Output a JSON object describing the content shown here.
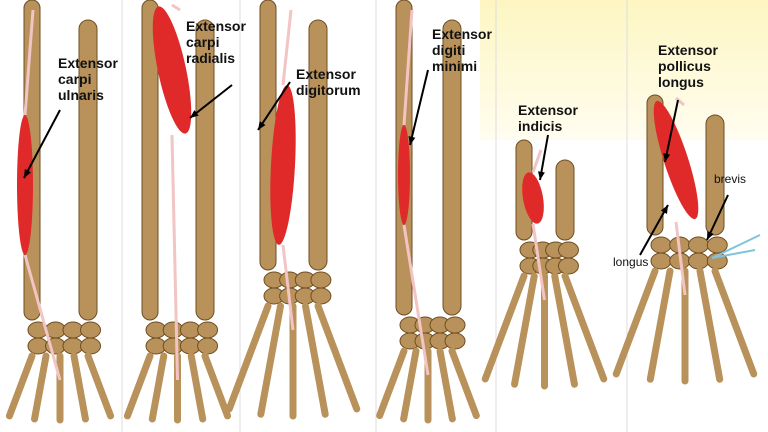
{
  "title": "Forearm extensor muscles",
  "labels": {
    "ecu": [
      "Extensor",
      "carpi",
      "ulnaris"
    ],
    "ecr": [
      "Extensor",
      "carpi",
      "radialis"
    ],
    "ed": [
      "Extensor",
      "digitorum"
    ],
    "edm": [
      "Extensor",
      "digiti",
      "minimi"
    ],
    "ei": [
      "Extensor",
      "indicis"
    ],
    "epl": [
      "Extensor",
      "pollicus",
      "longus"
    ],
    "brevis": "brevis",
    "longus": "longus"
  },
  "colors": {
    "bone": "#b8925a",
    "muscle": "#e02a2a",
    "tendon": "#f2c4c4",
    "highlight": "#fdf8cf",
    "thumb_tendon": "#7fc4dc"
  }
}
